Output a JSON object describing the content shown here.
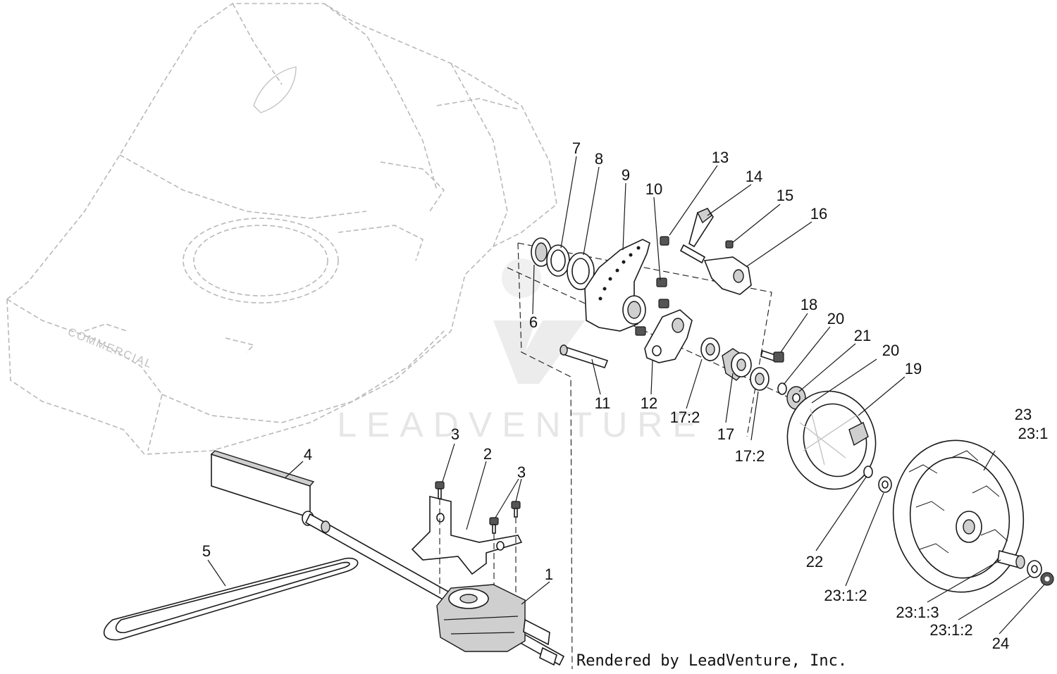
{
  "diagram": {
    "callouts": [
      {
        "id": "c1",
        "label": "1"
      },
      {
        "id": "c2",
        "label": "2"
      },
      {
        "id": "c3a",
        "label": "3"
      },
      {
        "id": "c3b",
        "label": "3"
      },
      {
        "id": "c4",
        "label": "4"
      },
      {
        "id": "c5",
        "label": "5"
      },
      {
        "id": "c6",
        "label": "6"
      },
      {
        "id": "c7",
        "label": "7"
      },
      {
        "id": "c8",
        "label": "8"
      },
      {
        "id": "c9",
        "label": "9"
      },
      {
        "id": "c10",
        "label": "10"
      },
      {
        "id": "c11",
        "label": "11"
      },
      {
        "id": "c12",
        "label": "12"
      },
      {
        "id": "c13",
        "label": "13"
      },
      {
        "id": "c14",
        "label": "14"
      },
      {
        "id": "c15",
        "label": "15"
      },
      {
        "id": "c16",
        "label": "16"
      },
      {
        "id": "c17",
        "label": "17"
      },
      {
        "id": "c17_2a",
        "label": "17:2"
      },
      {
        "id": "c17_2b",
        "label": "17:2"
      },
      {
        "id": "c18",
        "label": "18"
      },
      {
        "id": "c19",
        "label": "19"
      },
      {
        "id": "c20a",
        "label": "20"
      },
      {
        "id": "c20b",
        "label": "20"
      },
      {
        "id": "c21",
        "label": "21"
      },
      {
        "id": "c22",
        "label": "22"
      },
      {
        "id": "c23",
        "label": "23"
      },
      {
        "id": "c23_1",
        "label": "23:1"
      },
      {
        "id": "c23_1_2a",
        "label": "23:1:2"
      },
      {
        "id": "c23_1_2b",
        "label": "23:1:2"
      },
      {
        "id": "c23_1_3",
        "label": "23:1:3"
      },
      {
        "id": "c24",
        "label": "24"
      }
    ],
    "watermark": "LEADVENTURE",
    "deck_brand": "COMMERCIAL",
    "credit": "Rendered by LeadVenture, Inc.",
    "colors": {
      "line": "#1a1a1a",
      "ghost": "#b9b9b9",
      "watermark": "#e6e6e6"
    }
  }
}
